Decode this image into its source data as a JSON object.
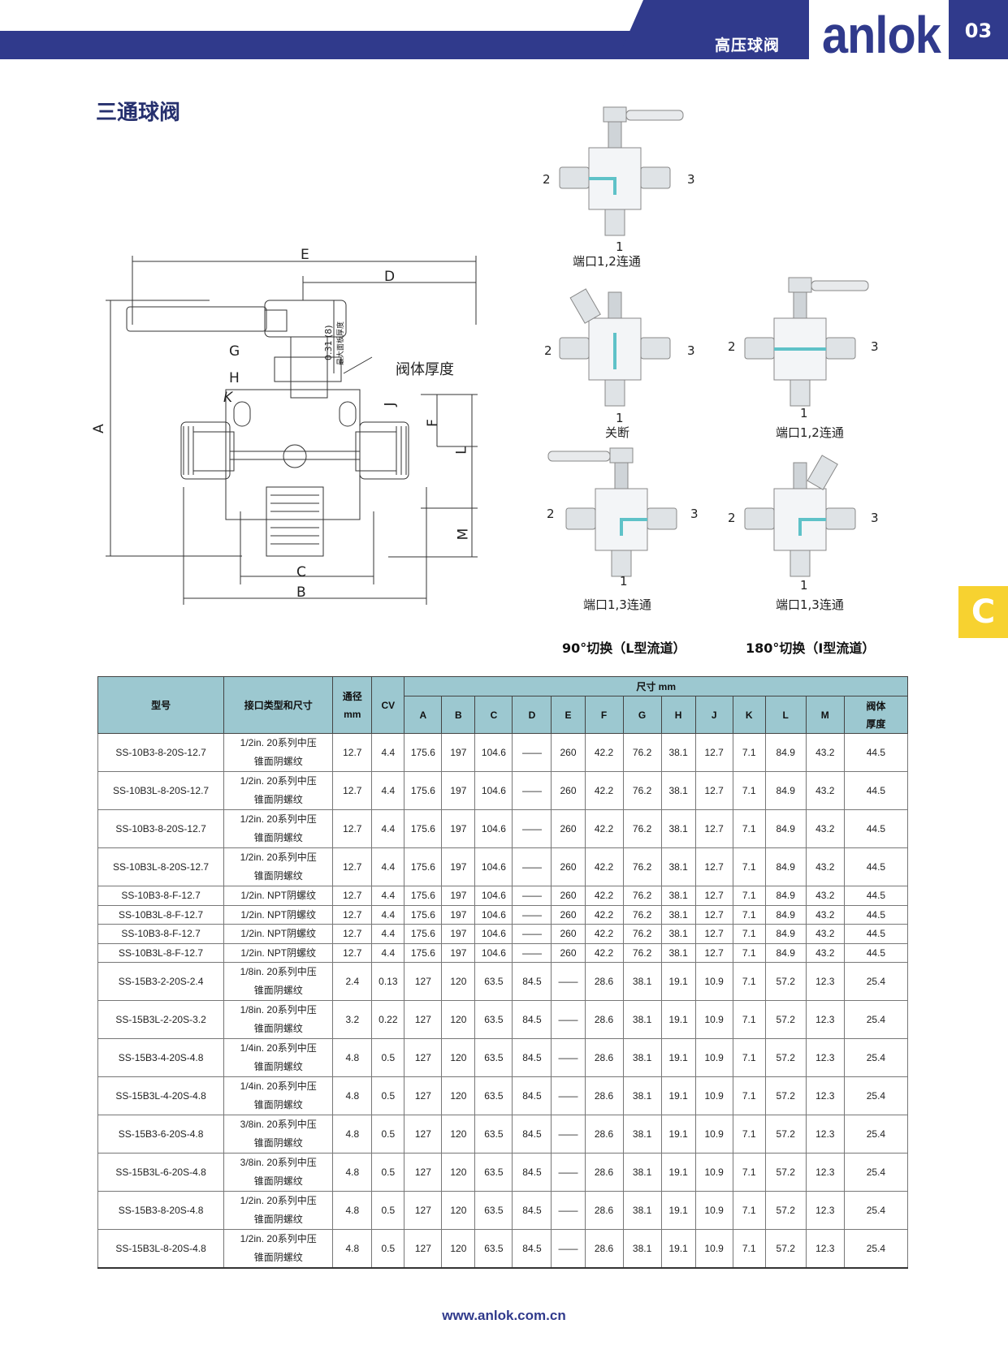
{
  "header": {
    "section": "高压球阀",
    "logo": "anlok",
    "page_number": "03"
  },
  "title": "三通球阀",
  "side_tab": "C",
  "drawing": {
    "labels": {
      "A": "A",
      "B": "B",
      "C": "C",
      "D": "D",
      "E": "E",
      "F": "F",
      "G": "G",
      "H": "H",
      "J": "J",
      "K": "K",
      "L": "L",
      "M": "M"
    },
    "panel_thickness": "0.31 (8)",
    "panel_note": "最大面板厚度",
    "body_thickness": "阀体厚度"
  },
  "valves": [
    {
      "caption": "端口1,2连通",
      "port_left": "2",
      "port_right": "3",
      "port_bottom": "1"
    },
    {
      "caption": "关断",
      "port_left": "2",
      "port_right": "3",
      "port_bottom": "1"
    },
    {
      "caption": "端口1,2连通",
      "port_left": "2",
      "port_right": "3",
      "port_bottom": "1"
    },
    {
      "caption": "端口1,3连通",
      "port_left": "2",
      "port_right": "3",
      "port_bottom": "1"
    },
    {
      "caption": "端口1,3连通",
      "port_left": "2",
      "port_right": "3",
      "port_bottom": "1"
    }
  ],
  "switch_labels": {
    "left": "90°切换（L型流道）",
    "right": "180°切换（I型流道）"
  },
  "table": {
    "headers": {
      "model": "型号",
      "connection": "接口类型和尺寸",
      "bore": "通径",
      "bore_unit": "mm",
      "cv": "CV",
      "dims": "尺寸 mm",
      "body_thickness": "阀体",
      "body_thickness_2": "厚度"
    },
    "dim_cols": [
      "A",
      "B",
      "C",
      "D",
      "E",
      "F",
      "G",
      "H",
      "J",
      "K",
      "L",
      "M"
    ],
    "rows": [
      {
        "model": "SS-10B3-8-20S-12.7",
        "conn1": "1/2in. 20系列中压",
        "conn2": "锥面阴螺纹",
        "bore": "12.7",
        "cv": "4.4",
        "dims": [
          "175.6",
          "197",
          "104.6",
          "——",
          "260",
          "42.2",
          "76.2",
          "38.1",
          "12.7",
          "7.1",
          "84.9",
          "43.2"
        ],
        "t": "44.5"
      },
      {
        "model": "SS-10B3L-8-20S-12.7",
        "conn1": "1/2in. 20系列中压",
        "conn2": "锥面阴螺纹",
        "bore": "12.7",
        "cv": "4.4",
        "dims": [
          "175.6",
          "197",
          "104.6",
          "——",
          "260",
          "42.2",
          "76.2",
          "38.1",
          "12.7",
          "7.1",
          "84.9",
          "43.2"
        ],
        "t": "44.5"
      },
      {
        "model": "SS-10B3-8-20S-12.7",
        "conn1": "1/2in. 20系列中压",
        "conn2": "锥面阴螺纹",
        "bore": "12.7",
        "cv": "4.4",
        "dims": [
          "175.6",
          "197",
          "104.6",
          "——",
          "260",
          "42.2",
          "76.2",
          "38.1",
          "12.7",
          "7.1",
          "84.9",
          "43.2"
        ],
        "t": "44.5"
      },
      {
        "model": "SS-10B3L-8-20S-12.7",
        "conn1": "1/2in. 20系列中压",
        "conn2": "锥面阴螺纹",
        "bore": "12.7",
        "cv": "4.4",
        "dims": [
          "175.6",
          "197",
          "104.6",
          "——",
          "260",
          "42.2",
          "76.2",
          "38.1",
          "12.7",
          "7.1",
          "84.9",
          "43.2"
        ],
        "t": "44.5"
      },
      {
        "model": "SS-10B3-8-F-12.7",
        "conn1": "1/2in. NPT阴螺纹",
        "conn2": "",
        "bore": "12.7",
        "cv": "4.4",
        "dims": [
          "175.6",
          "197",
          "104.6",
          "——",
          "260",
          "42.2",
          "76.2",
          "38.1",
          "12.7",
          "7.1",
          "84.9",
          "43.2"
        ],
        "t": "44.5"
      },
      {
        "model": "SS-10B3L-8-F-12.7",
        "conn1": "1/2in. NPT阴螺纹",
        "conn2": "",
        "bore": "12.7",
        "cv": "4.4",
        "dims": [
          "175.6",
          "197",
          "104.6",
          "——",
          "260",
          "42.2",
          "76.2",
          "38.1",
          "12.7",
          "7.1",
          "84.9",
          "43.2"
        ],
        "t": "44.5"
      },
      {
        "model": "SS-10B3-8-F-12.7",
        "conn1": "1/2in. NPT阴螺纹",
        "conn2": "",
        "bore": "12.7",
        "cv": "4.4",
        "dims": [
          "175.6",
          "197",
          "104.6",
          "——",
          "260",
          "42.2",
          "76.2",
          "38.1",
          "12.7",
          "7.1",
          "84.9",
          "43.2"
        ],
        "t": "44.5"
      },
      {
        "model": "SS-10B3L-8-F-12.7",
        "conn1": "1/2in. NPT阴螺纹",
        "conn2": "",
        "bore": "12.7",
        "cv": "4.4",
        "dims": [
          "175.6",
          "197",
          "104.6",
          "——",
          "260",
          "42.2",
          "76.2",
          "38.1",
          "12.7",
          "7.1",
          "84.9",
          "43.2"
        ],
        "t": "44.5"
      },
      {
        "model": "SS-15B3-2-20S-2.4",
        "conn1": "1/8in. 20系列中压",
        "conn2": "锥面阴螺纹",
        "bore": "2.4",
        "cv": "0.13",
        "dims": [
          "127",
          "120",
          "63.5",
          "84.5",
          "——",
          "28.6",
          "38.1",
          "19.1",
          "10.9",
          "7.1",
          "57.2",
          "12.3"
        ],
        "t": "25.4"
      },
      {
        "model": "SS-15B3L-2-20S-3.2",
        "conn1": "1/8in. 20系列中压",
        "conn2": "锥面阴螺纹",
        "bore": "3.2",
        "cv": "0.22",
        "dims": [
          "127",
          "120",
          "63.5",
          "84.5",
          "——",
          "28.6",
          "38.1",
          "19.1",
          "10.9",
          "7.1",
          "57.2",
          "12.3"
        ],
        "t": "25.4"
      },
      {
        "model": "SS-15B3-4-20S-4.8",
        "conn1": "1/4in. 20系列中压",
        "conn2": "锥面阴螺纹",
        "bore": "4.8",
        "cv": "0.5",
        "dims": [
          "127",
          "120",
          "63.5",
          "84.5",
          "——",
          "28.6",
          "38.1",
          "19.1",
          "10.9",
          "7.1",
          "57.2",
          "12.3"
        ],
        "t": "25.4"
      },
      {
        "model": "SS-15B3L-4-20S-4.8",
        "conn1": "1/4in. 20系列中压",
        "conn2": "锥面阴螺纹",
        "bore": "4.8",
        "cv": "0.5",
        "dims": [
          "127",
          "120",
          "63.5",
          "84.5",
          "——",
          "28.6",
          "38.1",
          "19.1",
          "10.9",
          "7.1",
          "57.2",
          "12.3"
        ],
        "t": "25.4"
      },
      {
        "model": "SS-15B3-6-20S-4.8",
        "conn1": "3/8in. 20系列中压",
        "conn2": "锥面阴螺纹",
        "bore": "4.8",
        "cv": "0.5",
        "dims": [
          "127",
          "120",
          "63.5",
          "84.5",
          "——",
          "28.6",
          "38.1",
          "19.1",
          "10.9",
          "7.1",
          "57.2",
          "12.3"
        ],
        "t": "25.4"
      },
      {
        "model": "SS-15B3L-6-20S-4.8",
        "conn1": "3/8in. 20系列中压",
        "conn2": "锥面阴螺纹",
        "bore": "4.8",
        "cv": "0.5",
        "dims": [
          "127",
          "120",
          "63.5",
          "84.5",
          "——",
          "28.6",
          "38.1",
          "19.1",
          "10.9",
          "7.1",
          "57.2",
          "12.3"
        ],
        "t": "25.4"
      },
      {
        "model": "SS-15B3-8-20S-4.8",
        "conn1": "1/2in. 20系列中压",
        "conn2": "锥面阴螺纹",
        "bore": "4.8",
        "cv": "0.5",
        "dims": [
          "127",
          "120",
          "63.5",
          "84.5",
          "——",
          "28.6",
          "38.1",
          "19.1",
          "10.9",
          "7.1",
          "57.2",
          "12.3"
        ],
        "t": "25.4"
      },
      {
        "model": "SS-15B3L-8-20S-4.8",
        "conn1": "1/2in. 20系列中压",
        "conn2": "锥面阴螺纹",
        "bore": "4.8",
        "cv": "0.5",
        "dims": [
          "127",
          "120",
          "63.5",
          "84.5",
          "——",
          "28.6",
          "38.1",
          "19.1",
          "10.9",
          "7.1",
          "57.2",
          "12.3"
        ],
        "t": "25.4"
      }
    ]
  },
  "footer": "www.anlok.com.cn"
}
